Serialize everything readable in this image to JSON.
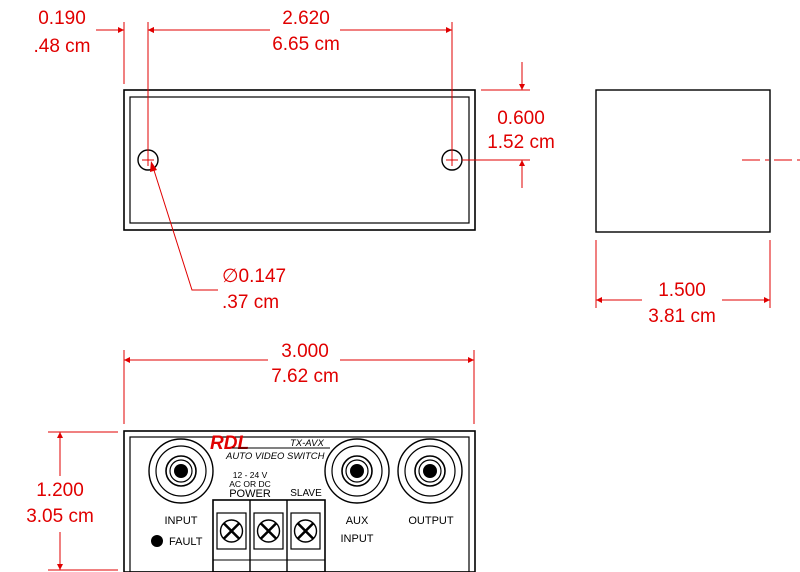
{
  "colors": {
    "dimension": "#e00000",
    "outline": "#000000",
    "background": "#ffffff"
  },
  "top_view": {
    "left_offset": {
      "inch": "0.190",
      "cm": ".48 cm"
    },
    "hole_spacing": {
      "inch": "2.620",
      "cm": "6.65 cm"
    },
    "hole_height": {
      "inch": "0.600",
      "cm": "1.52 cm"
    },
    "hole_diameter": {
      "inch": "∅0.147",
      "cm": ".37 cm"
    }
  },
  "side_view": {
    "depth": {
      "inch": "1.500",
      "cm": "3.81 cm"
    }
  },
  "front_view": {
    "width": {
      "inch": "3.000",
      "cm": "7.62 cm"
    },
    "height": {
      "inch": "1.200",
      "cm": "3.05 cm"
    },
    "panel": {
      "brand": "RDL",
      "model": "TX-AVX",
      "product_name": "AUTO VIDEO SWITCH",
      "voltage_line1": "12 - 24 V",
      "voltage_line2": "AC OR DC",
      "power_label": "POWER",
      "slave_label": "SLAVE",
      "input_label": "INPUT",
      "aux_label_1": "AUX",
      "aux_label_2": "INPUT",
      "output_label": "OUTPUT",
      "fault_label": "FAULT"
    }
  }
}
